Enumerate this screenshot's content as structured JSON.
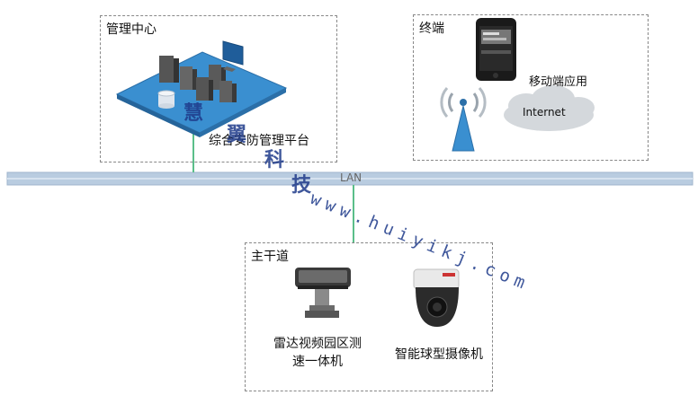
{
  "management": {
    "title": "管理中心",
    "platform_label": "综合安防管理平台"
  },
  "terminal": {
    "title": "终端",
    "mobile_label": "移动端应用",
    "cloud_label": "Internet"
  },
  "network": {
    "lan_label": "LAN"
  },
  "trunk": {
    "title": "主干道",
    "device1_label": "雷达视频园区测速一体机",
    "device2_label": "智能球型摄像机"
  },
  "watermark": {
    "chars": [
      "慧",
      "翼",
      "科",
      "技"
    ],
    "url": "www.huiyikj.com"
  },
  "colors": {
    "lan_bar": "#b9cce0",
    "link_line": "#5bbf8a",
    "platform_blue": "#3a8fd0",
    "watermark": "#1e3a8a"
  }
}
